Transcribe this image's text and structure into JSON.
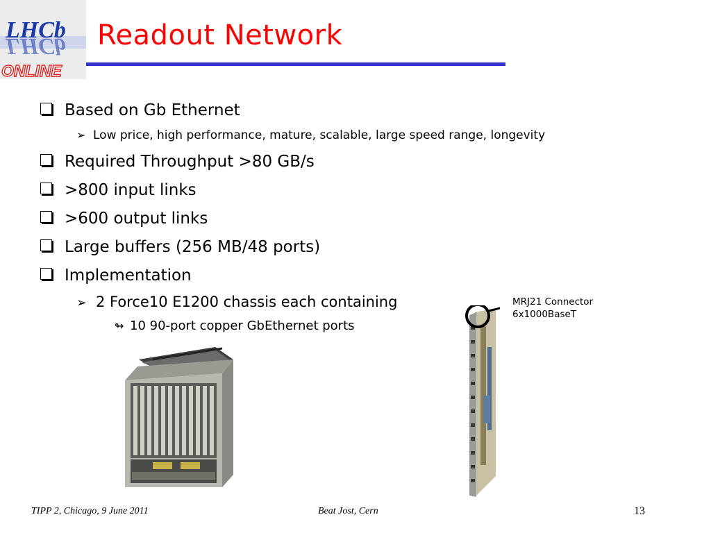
{
  "logo": {
    "top_text": "LHCb",
    "mirror_text": "LHCb",
    "bottom_text": "ONLINE"
  },
  "title": "Readout Network",
  "bullets": [
    {
      "level": 1,
      "text": "Based on Gb Ethernet"
    },
    {
      "level": 2,
      "text": "Low price, high performance, mature, scalable, large speed range, longevity"
    },
    {
      "level": 1,
      "text": "Required Throughput >80 GB/s"
    },
    {
      "level": 1,
      "text": ">800 input links"
    },
    {
      "level": 1,
      "text": ">600 output links"
    },
    {
      "level": 1,
      "text": "Large buffers (256 MB/48 ports)"
    },
    {
      "level": 1,
      "text": "Implementation"
    },
    {
      "level": 2,
      "text": "2 Force10 E1200 chassis each containing"
    },
    {
      "level": 3,
      "text": "10 90-port copper GbEthernet ports"
    }
  ],
  "bullet_marks": {
    "level1": "square-box",
    "level2": "➢",
    "level3": "↬"
  },
  "annotation": {
    "line1": "MRJ21 Connector",
    "line2": "6x1000BaseT"
  },
  "footer": {
    "left": "TIPP 2, Chicago, 9 June 2011",
    "center": "Beat Jost, Cern",
    "page_number": "13"
  },
  "colors": {
    "title": "#ff0000",
    "rule": "#3333cc",
    "logo_blue": "#1a3aa8",
    "logo_red": "#e02020"
  }
}
